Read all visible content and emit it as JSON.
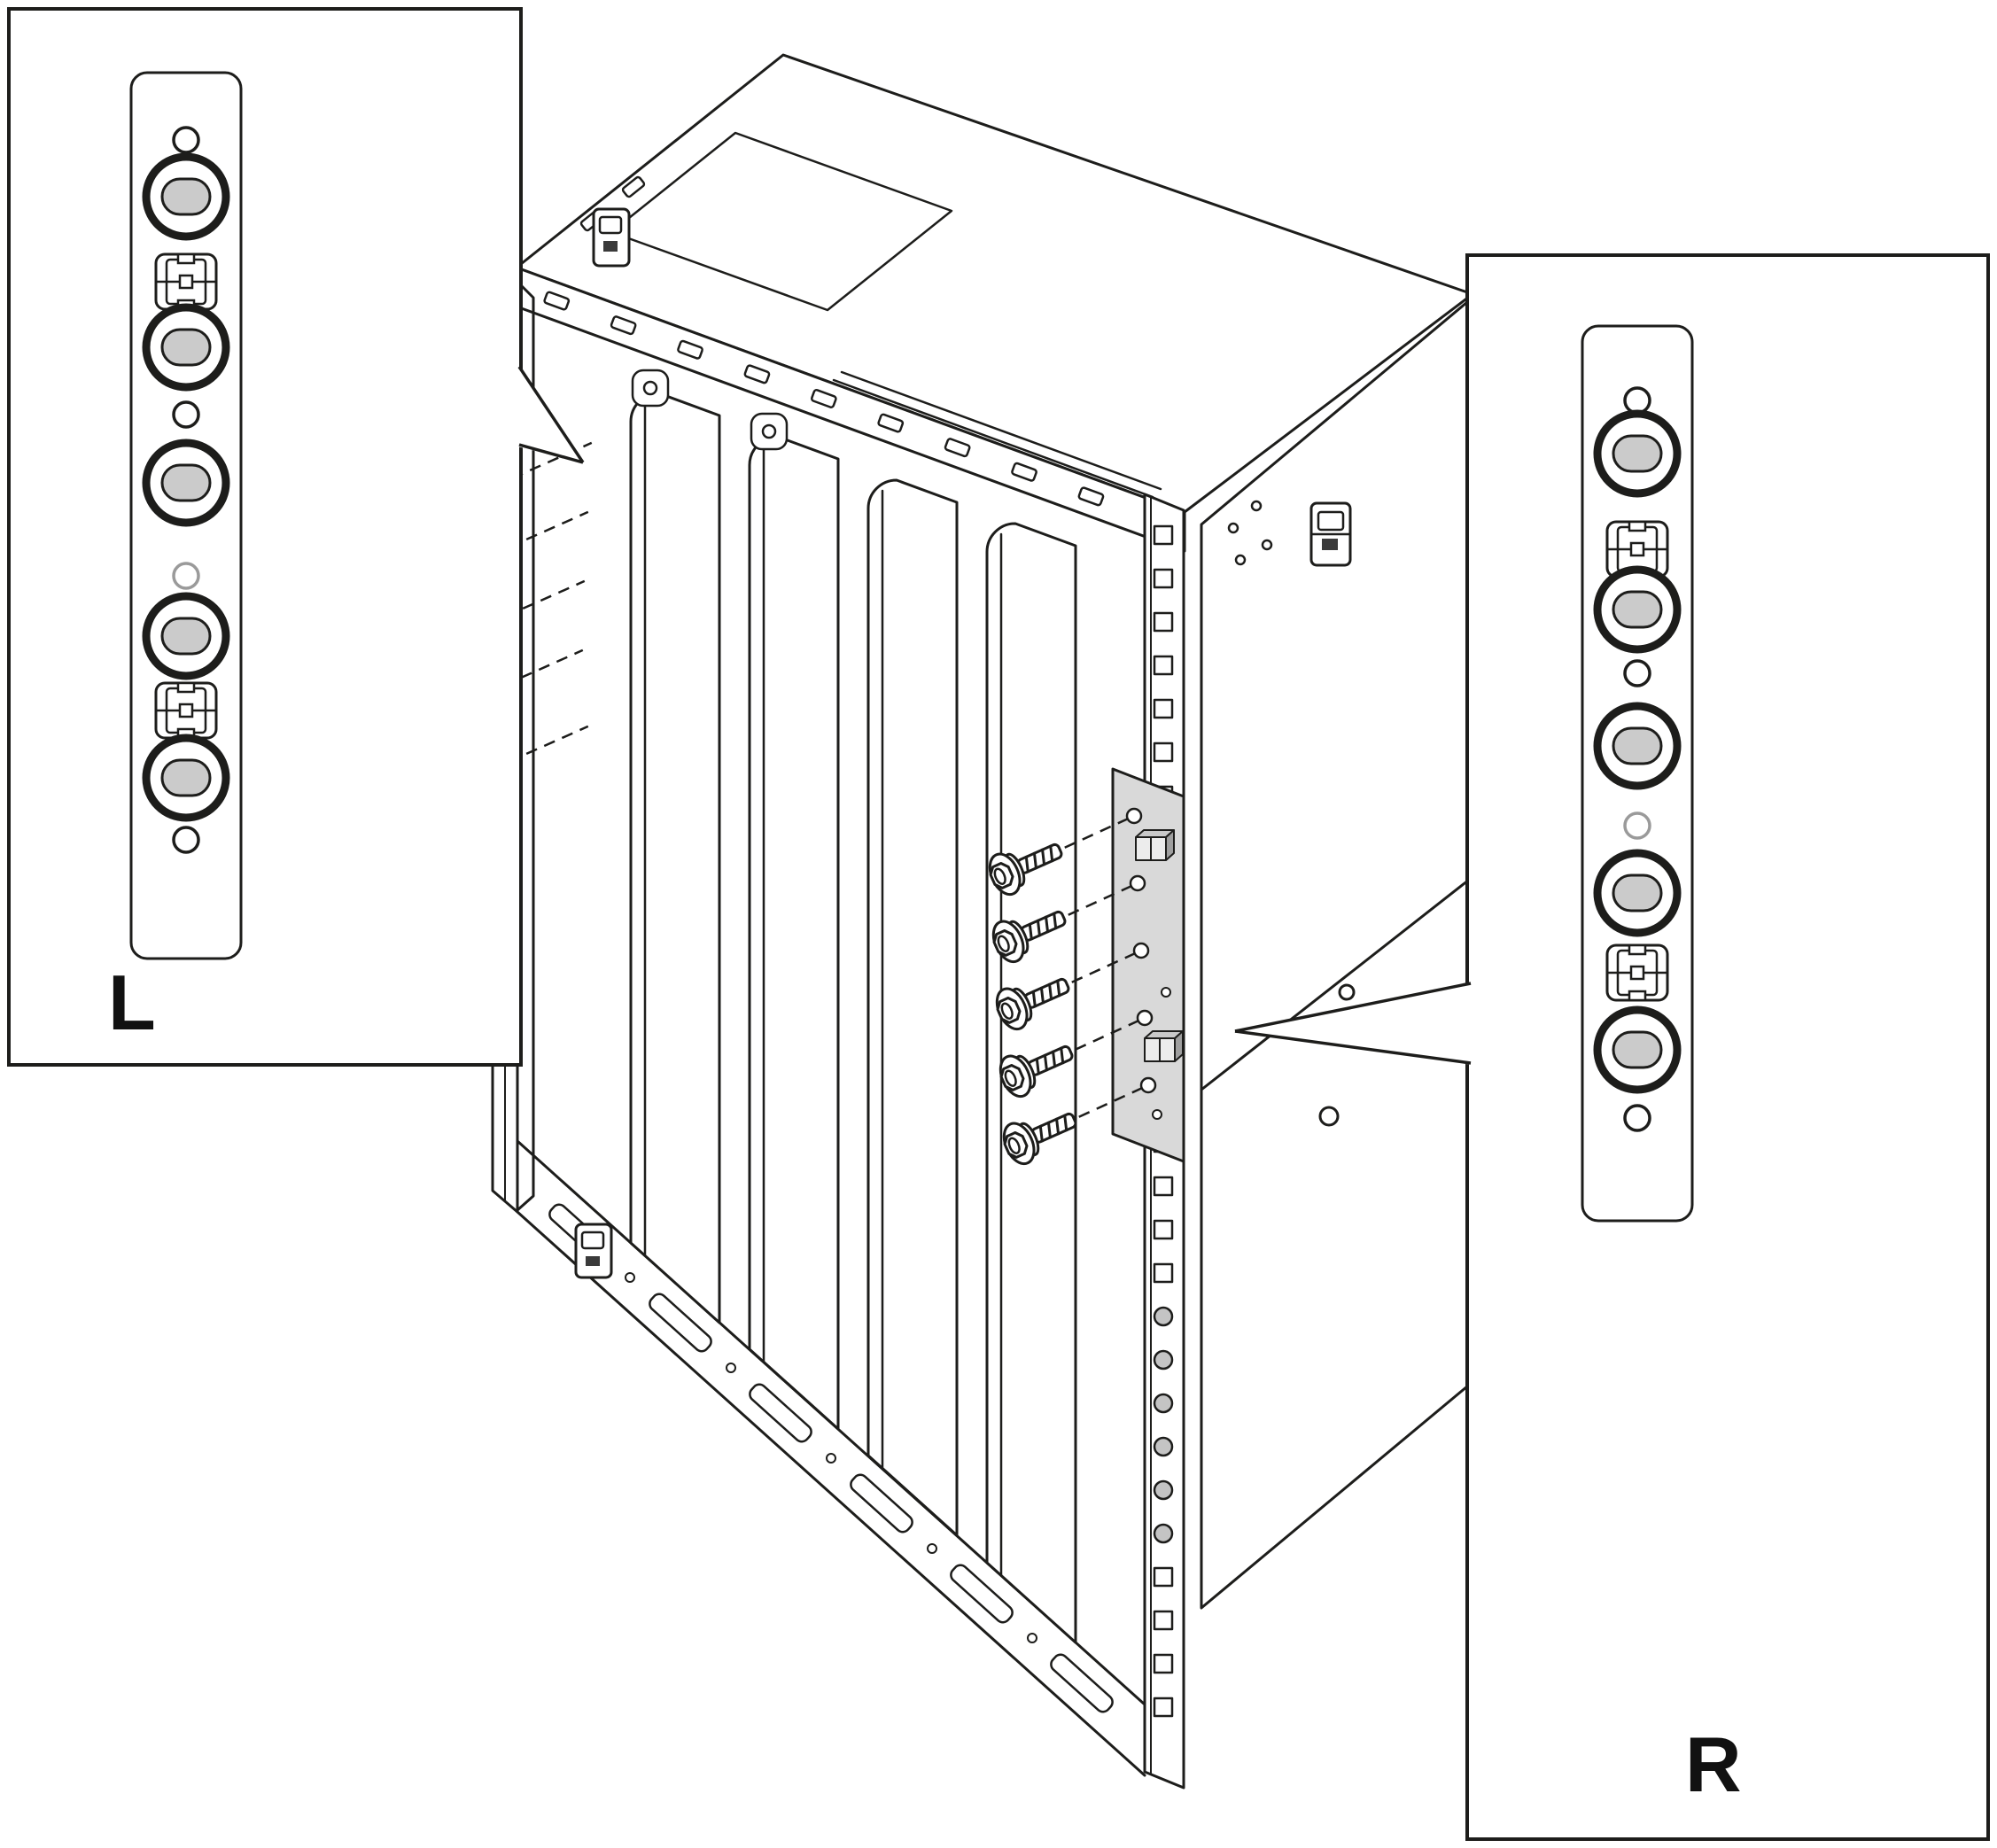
{
  "figure": {
    "callout_left": {
      "label": "L"
    },
    "callout_right": {
      "label": "R"
    },
    "screws": {
      "left_count": 5,
      "right_count": 5
    },
    "colors": {
      "line": "#1d1d1b",
      "bracket_fill": "#d9d9d9",
      "hole_fill": "#cbcbcb",
      "pin_fill": "#c4c4c4"
    }
  }
}
